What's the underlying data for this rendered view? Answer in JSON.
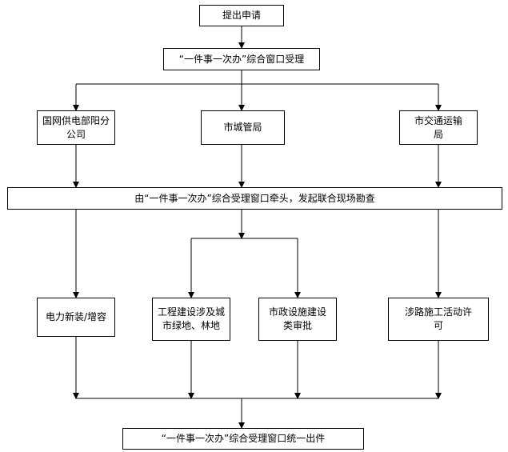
{
  "flow": {
    "submit": "提出申请",
    "reception": "“一件事一次办”综合窗口受理",
    "dept_power": "国网供电部阳分公司",
    "dept_city": "市城管局",
    "dept_transport": "市交通运输局",
    "joint_survey": "由“一件事一次办”综合受理窗口牵头，发起联合现场勘查",
    "item_power": "电力新装/增容",
    "item_green": "工程建设涉及城市绿地、林地",
    "item_municipal": "市政设施建设类审批",
    "item_road": "涉路施工活动许可",
    "output": "“一件事一次办”综合受理窗口统一出件"
  },
  "style": {
    "line_color": "#000000",
    "box_border": "#000000"
  }
}
